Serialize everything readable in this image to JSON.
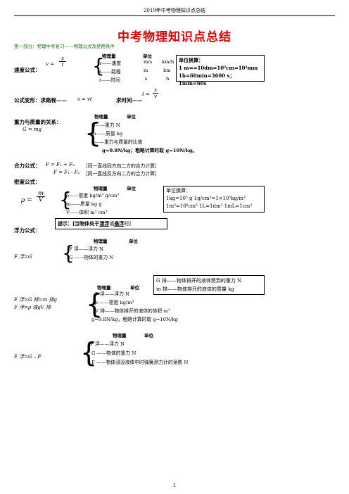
{
  "header": {
    "text": "2019年中考物理知识点总结"
  },
  "title": "中考物理知识点总结",
  "section1": "第一部分：物理中考复习——物理公式及使用条件",
  "speed": {
    "label": "速度公式：",
    "formula_lhs": "v",
    "num": "s",
    "den": "t",
    "h_qty": "物理量",
    "h_unit": "单位",
    "rows": [
      {
        "sym": "v",
        "name": "——速度",
        "u1": "m/s",
        "u2": "km/h"
      },
      {
        "sym": "s",
        "name": "——路程",
        "u1": "m",
        "u2": "km"
      },
      {
        "sym": "t",
        "name": "——时间",
        "u1": "s",
        "u2": "h"
      }
    ],
    "box_title": "单位换算：",
    "box_line1": "1 m==10dm=10²cm=10³mm",
    "box_line2": "1h=60min=3600 s；  1min=60s"
  },
  "transform": {
    "label": "公式变形：求路程——",
    "formula": "s = vt",
    "label2": "求时间——",
    "t": "t",
    "num": "s",
    "den": "v"
  },
  "gravity": {
    "label": "重力与质量的关系：",
    "formula": "G = mg",
    "h_qty": "物理量",
    "h_unit": "单位",
    "row1": "G——重力      N",
    "row2": "m——质量      kg",
    "row3": "g——重力与质量的比值",
    "row4": "g=9.8N/kg；粗略计算时取 g=10N/kg。"
  },
  "resultant": {
    "label": "合力公式：",
    "f1": "F = F₁ + F₂",
    "n1": "［同一直线同方向二力的合力计算］",
    "f2": "F = F₁ - F₂",
    "n2": "［同一直线反方向二力的合力计算］"
  },
  "density": {
    "label": "密度公式：",
    "lhs": "ρ",
    "num": "m",
    "den": "V",
    "h_qty": "物理量",
    "h_unit": "单位",
    "row1": "ρ——密度  kg/m³    g/cm³",
    "row2": "m——质量    kg       g",
    "row3": "V——体积    m³      cm³",
    "box_title": "单位换算：",
    "box_line1": "1kg=10³ g     1g/cm³=1×10³kg/m³",
    "box_line2": "1m³=10⁶cm³    1L=1dm³    1mL=1cm³"
  },
  "buoy": {
    "label": "浮力公式：",
    "hint_pre": "提示：[当物体处于",
    "hint_a": "漂浮",
    "hint_mid": "或",
    "hint_b": "悬浮",
    "hint_post": "时]",
    "f1": "F 浮=G",
    "h_qty": "物理量",
    "h_unit": "单位",
    "r1a": "F 浮——浮力      N",
    "r1b": "G ——物体的重力      N",
    "box2_l1": "G 排——物体排开的液体受到的重力  N",
    "box2_l2": "m 排——物体排开的液体的质量          kg",
    "f2a": "F 浮=G 排=m 排g",
    "f2b": "F 浮=ρ 液gV 排",
    "h2_qty": "物理量",
    "h2_unit": "单位",
    "r2a": "F 浮——浮力      N",
    "r2b": "ρ ——密度      kg/m³",
    "r2c": "V 排——物体排开的液体的体积      m³",
    "r2d": "g=9.8N/kg，粗略计算时取 g=10N/kg",
    "f3": "F 浮=G – F",
    "h3_qty": "物理量",
    "h3_unit": "单位",
    "r3a": "F 浮——浮力      N",
    "r3b": "G ——物体的重力      N",
    "r3c": "F ——物体浸没液体中时弹簧测力计的读数      N"
  },
  "page_number": "1"
}
